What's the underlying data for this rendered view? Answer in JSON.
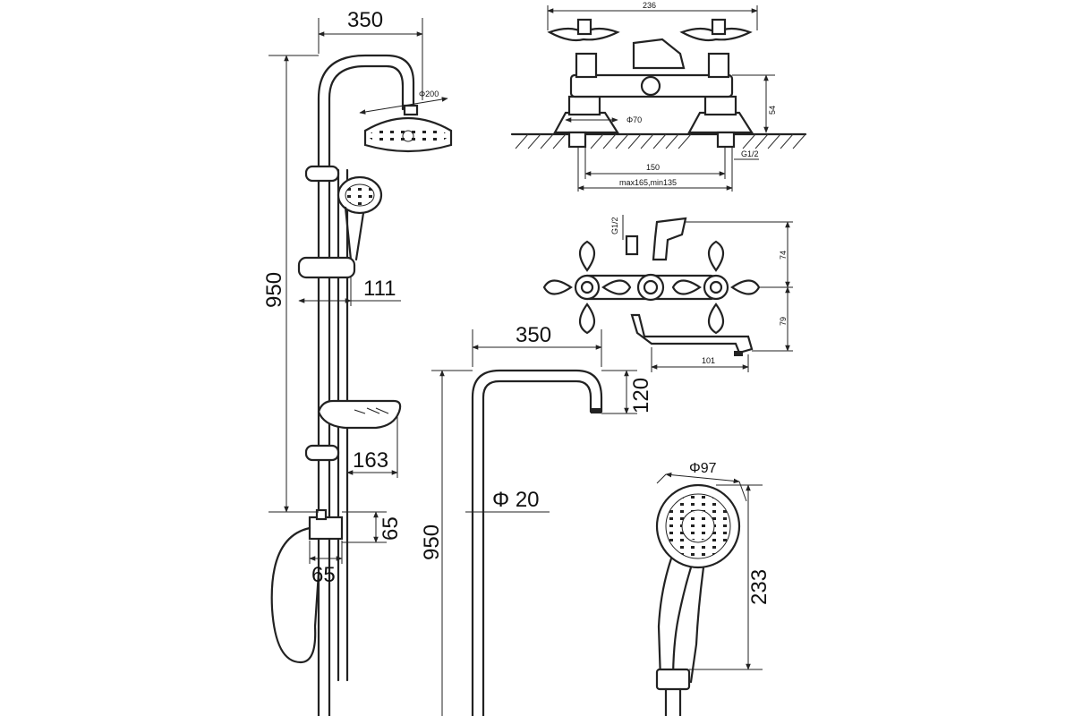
{
  "dims": {
    "column_width": "350",
    "column_height": "950",
    "head_diameter": "Φ200",
    "slider_offset": "111",
    "soap_dish_depth": "163",
    "diverter_height": "65",
    "diverter_width": "65",
    "pipe_width": "350",
    "pipe_height": "950",
    "pipe_drop": "120",
    "pipe_diameter": "Φ 20",
    "hand_diameter": "Φ97",
    "hand_length": "233",
    "mixer_width": "236",
    "mixer_height": "54",
    "flange_diameter": "Φ70",
    "centres": "150",
    "centres_range": "max165,min135",
    "thread_bottom": "G1/2",
    "thread_side": "G1/2",
    "top_height": "74",
    "bottom_height": "79",
    "spout_reach": "101"
  }
}
